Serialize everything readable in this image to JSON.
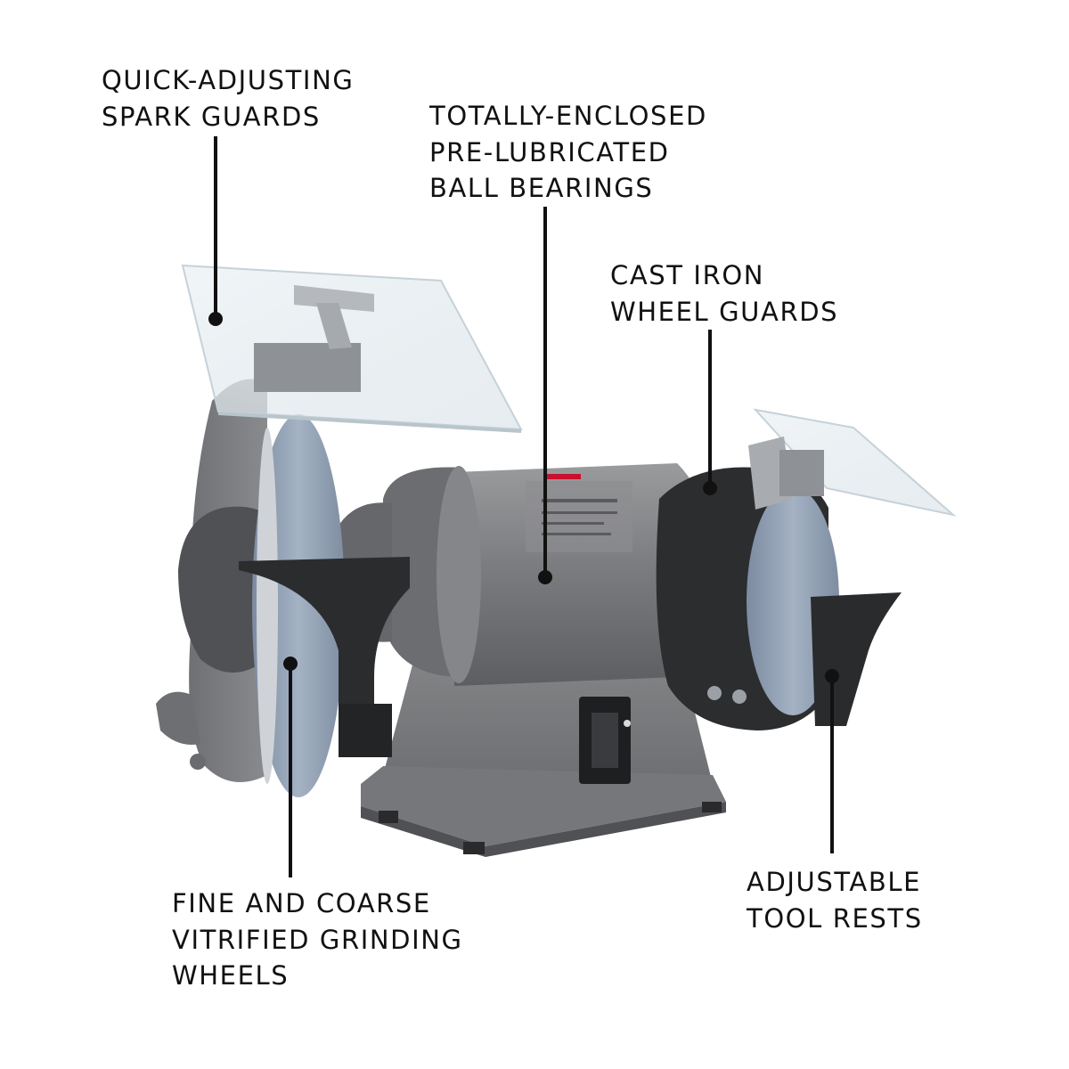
{
  "callouts": {
    "spark_guards": {
      "lines": [
        "QUICK-ADJUSTING",
        "SPARK GUARDS"
      ],
      "icon": "spark-guard"
    },
    "ball_bearings": {
      "lines": [
        "TOTALLY-ENCLOSED",
        "PRE-LUBRICATED",
        "BALL BEARINGS"
      ],
      "icon": "motor-housing"
    },
    "wheel_guards": {
      "lines": [
        "CAST IRON",
        "WHEEL GUARDS"
      ],
      "icon": "wheel-guard"
    },
    "grinding_wheels": {
      "lines": [
        "FINE AND COARSE",
        "VITRIFIED GRINDING",
        "WHEELS"
      ],
      "icon": "grinding-wheel"
    },
    "tool_rests": {
      "lines": [
        "ADJUSTABLE",
        "TOOL RESTS"
      ],
      "icon": "tool-rest"
    }
  },
  "colors": {
    "text": "#111111",
    "body_gray": "#7a7b7d",
    "wheel_blue": "#8fa0b4",
    "guard_dark": "#2e2f31",
    "leader": "#111111",
    "accent_red": "#c8102e"
  }
}
